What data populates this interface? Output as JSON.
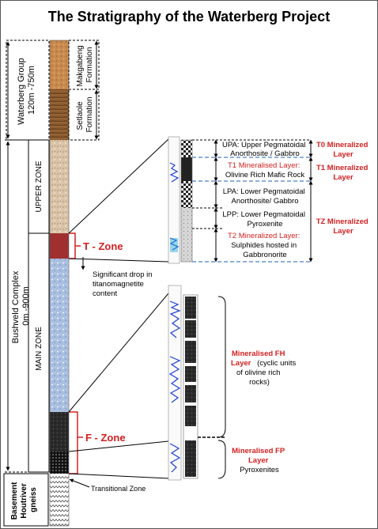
{
  "title": "The Stratigraphy of the Waterberg Project",
  "groups": {
    "waterberg_line1": "Waterberg Group",
    "waterberg_line2": "120m -750m",
    "bushveld_line1": "Bushveld  Complex",
    "bushveld_line2": "0m -900m",
    "basement_line1": "Basement",
    "basement_line2": "Houtriver",
    "basement_line3": "gneiss"
  },
  "formations": {
    "makgabeng_line1": "Makgabeng",
    "makgabeng_line2": "Formation",
    "setlaole_line1": "Setlaole",
    "setlaole_line2": "Formation"
  },
  "zones": {
    "upper": "UPPER ZONE",
    "main": "MAIN ZONE"
  },
  "callouts": {
    "t_zone": "T - Zone",
    "f_zone": "F - Zone",
    "drop_line1": "Significant drop in",
    "drop_line2": "titanomagnetite",
    "drop_line3": "content",
    "transitional": "Transitional Zone"
  },
  "t_detail": {
    "upa_line1": "UPA: Upper Pegmatoidal",
    "upa_line2": "Anorthosite / Gabbro",
    "t1_line1": "T1 Mineralised Layer:",
    "t1_line2": "Olivine Rich Mafic Rock",
    "lpa_line1": "LPA: Lower Pegmatoidal",
    "lpa_line2": "Anorthosite/ Gabbro",
    "lpp_line1": "LPP: Lower Pegmatoidal",
    "lpp_line2": "Pyroxenite",
    "t2_line1": "T2 Mineralized Layer:",
    "t2_line2": "Sulphides hosted in",
    "t2_line3": "Gabbronorite",
    "right_t0_line1": "T0 Mineralized",
    "right_t0_line2": "Layer",
    "right_t1_line1": "T1 Mineralized",
    "right_t1_line2": "Layer",
    "right_tz_line1": "TZ Mineralized",
    "right_tz_line2": "Layer"
  },
  "f_detail": {
    "fh_line1": "Mineralised FH",
    "fh_line2": "Layer",
    "fh_line3": "(cyclic units",
    "fh_line4": "of olivine rich",
    "fh_line5": "rocks)",
    "fp_line1": "Mineralised FP",
    "fp_line2": "Layer",
    "fp_line3": "Pyroxenites"
  },
  "colors": {
    "accent_red": "#d42020",
    "makgabeng": "#c98a4e",
    "setlaole": "#8a5a2e",
    "upper_zone": "#d9c4a8",
    "t_zone": "#a03030",
    "main_zone": "#a9bfe0",
    "f_zone": "#222222",
    "dashed_blue": "#4a7fc8"
  }
}
